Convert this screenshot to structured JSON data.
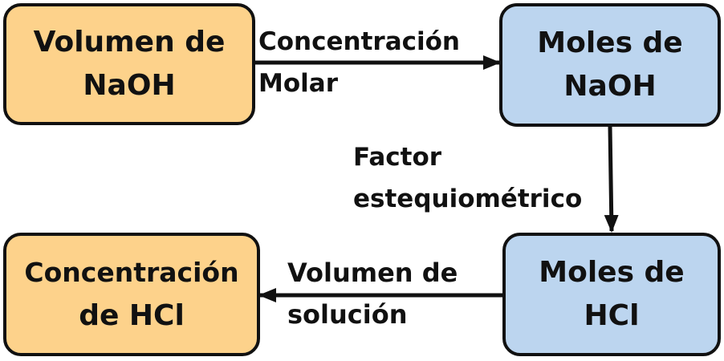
{
  "boxes": {
    "volumen_naoh": {
      "line1": "Volumen de",
      "line2": "NaOH"
    },
    "moles_naoh": {
      "line1": "Moles de",
      "line2": "NaOH"
    },
    "moles_hcl": {
      "line1": "Moles de",
      "line2": "HCl"
    },
    "concentracion_hcl": {
      "line1": "Concentración",
      "line2": "de HCl"
    }
  },
  "arrows": {
    "concentracion_molar": {
      "line1": "Concentración",
      "line2": "Molar"
    },
    "factor_estequiometrico": {
      "line1": "Factor",
      "line2": "estequiométrico"
    },
    "volumen_solucion": {
      "line1": "Volumen de",
      "line2": "solución"
    }
  },
  "colors": {
    "orange_fill": "#fdd28b",
    "blue_fill": "#bcd5ef",
    "stroke": "#111111"
  }
}
